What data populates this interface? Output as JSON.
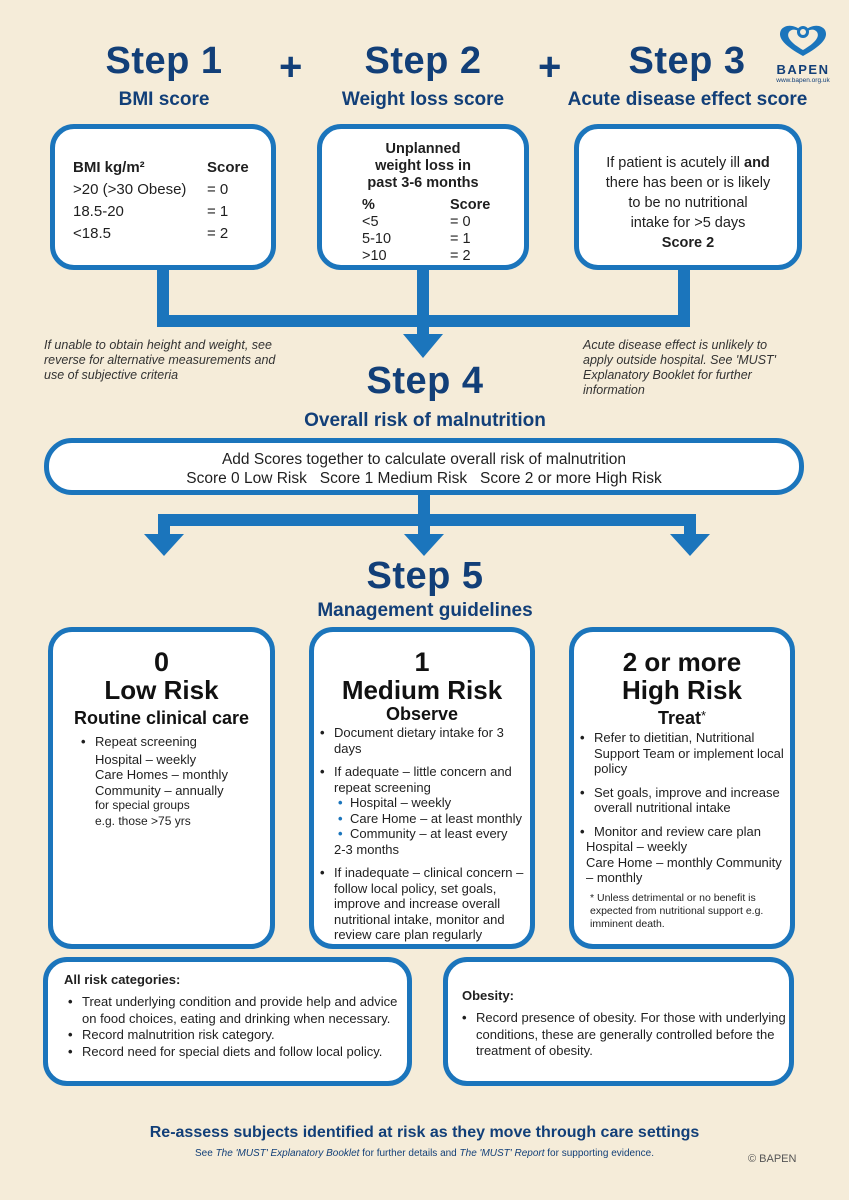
{
  "logo": {
    "text": "BAPEN",
    "url": "www.bapen.org.uk"
  },
  "plus": "+",
  "step1": {
    "title": "Step 1",
    "subtitle": "BMI score",
    "header_left": "BMI kg/m²",
    "header_right": "Score",
    "rows": [
      {
        "range": ">20 (>30 Obese)",
        "score": "= 0"
      },
      {
        "range": "18.5-20",
        "score": "= 1"
      },
      {
        "range": "<18.5",
        "score": "= 2"
      }
    ]
  },
  "step2": {
    "title": "Step 2",
    "subtitle": "Weight loss score",
    "box_title_1": "Unplanned",
    "box_title_2": "weight loss in",
    "box_title_3": "past 3-6 months",
    "header_left": "%",
    "header_right": "Score",
    "rows": [
      {
        "range": "<5",
        "score": "= 0"
      },
      {
        "range": "5-10",
        "score": "= 1"
      },
      {
        "range": ">10",
        "score": "= 2"
      }
    ]
  },
  "step3": {
    "title": "Step 3",
    "subtitle": "Acute disease effect score",
    "text_1": "If patient is acutely ill",
    "text_bold": "and",
    "text_2": "there has been or is likely",
    "text_3": "to be no nutritional",
    "text_4": "intake for >5 days",
    "score": "Score 2"
  },
  "note_left": "If unable to obtain height and weight, see reverse for alternative measurements and use of subjective criteria",
  "note_right": "Acute disease effect is unlikely to apply outside hospital. See 'MUST' Explanatory Booklet for further information",
  "step4": {
    "title": "Step 4",
    "subtitle": "Overall risk of malnutrition",
    "line1": "Add Scores together to calculate overall risk of malnutrition",
    "line2": "Score 0 Low Risk   Score 1 Medium Risk   Score 2 or more High Risk"
  },
  "step5": {
    "title": "Step 5",
    "subtitle": "Management guidelines"
  },
  "low": {
    "num": "0",
    "name": "Low Risk",
    "sub": "Routine clinical care",
    "bullet": "Repeat screening",
    "lines": [
      "Hospital – weekly",
      "Care Homes – monthly",
      "Community – annually"
    ],
    "small1": "for special groups",
    "small2": "e.g. those >75 yrs"
  },
  "medium": {
    "num": "1",
    "name": "Medium Risk",
    "sub": "Observe",
    "b1": "Document dietary intake for 3 days",
    "b2": "If adequate – little concern and repeat screening",
    "sub_items": [
      "Hospital – weekly",
      "Care Home – at least monthly",
      "Community – at least every"
    ],
    "sub_tail": "2-3 months",
    "b3": "If inadequate – clinical concern – follow local policy, set goals, improve and increase overall nutritional intake, monitor and review care plan regularly"
  },
  "high": {
    "num": "2 or more",
    "name": "High Risk",
    "sub": "Treat",
    "star": "*",
    "b1": "Refer to dietitian, Nutritional Support Team or implement local policy",
    "b2": "Set goals, improve and increase overall nutritional intake",
    "b3": "Monitor and review care plan",
    "b3_l1": "Hospital – weekly",
    "b3_l2": "Care Home – monthly Community",
    "b3_l3": "– monthly",
    "footnote": "* Unless detrimental or no benefit is expected from nutritional support e.g. imminent death."
  },
  "all_risk": {
    "title": "All risk categories:",
    "items": [
      "Treat underlying condition and provide help and advice on food choices, eating and drinking when necessary.",
      "Record malnutrition risk category.",
      "Record need for special diets and follow local policy."
    ]
  },
  "obesity": {
    "title": "Obesity:",
    "item": "Record presence of obesity. For those with underlying conditions, these are generally controlled before the treatment of obesity."
  },
  "footer": {
    "headline": "Re-assess subjects identified at risk as they move through care settings",
    "see": "See",
    "booklet": "The 'MUST' Explanatory Booklet",
    "mid": "for further details and",
    "report": "The 'MUST' Report",
    "end": "for supporting evidence.",
    "copyright": "© BAPEN"
  },
  "colors": {
    "navy": "#123f78",
    "blue": "#1b75bc",
    "background": "#f5ecd9"
  }
}
